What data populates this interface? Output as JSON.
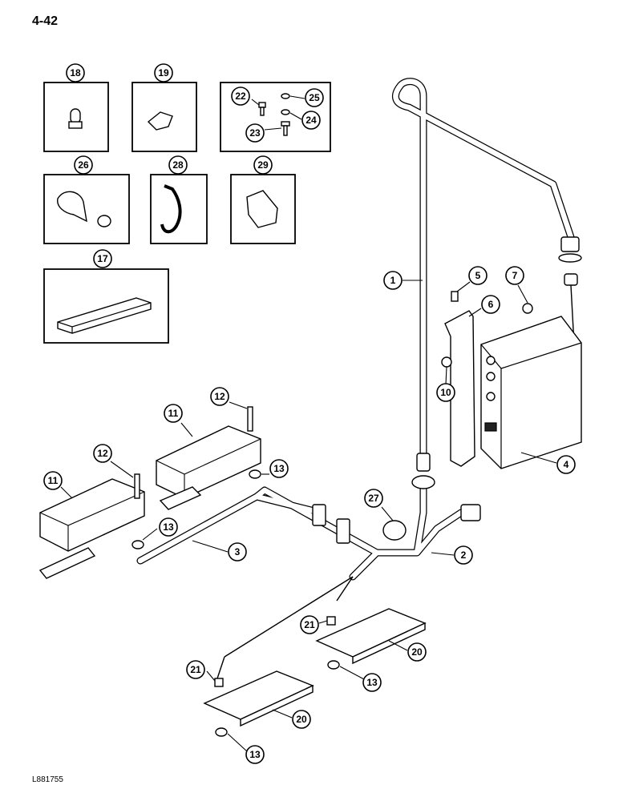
{
  "page_code": "4-42",
  "figure_code": "L881755",
  "callouts": [
    {
      "label": "1"
    },
    {
      "label": "2"
    },
    {
      "label": "3"
    },
    {
      "label": "4"
    },
    {
      "label": "5"
    },
    {
      "label": "6"
    },
    {
      "label": "7"
    },
    {
      "label": "10"
    },
    {
      "label": "11"
    },
    {
      "label": "11"
    },
    {
      "label": "12"
    },
    {
      "label": "12"
    },
    {
      "label": "13"
    },
    {
      "label": "13"
    },
    {
      "label": "13"
    },
    {
      "label": "13"
    },
    {
      "label": "17"
    },
    {
      "label": "18"
    },
    {
      "label": "19"
    },
    {
      "label": "20"
    },
    {
      "label": "20"
    },
    {
      "label": "21"
    },
    {
      "label": "21"
    },
    {
      "label": "22"
    },
    {
      "label": "23"
    },
    {
      "label": "24"
    },
    {
      "label": "25"
    },
    {
      "label": "26"
    },
    {
      "label": "27"
    },
    {
      "label": "28"
    },
    {
      "label": "29"
    }
  ]
}
